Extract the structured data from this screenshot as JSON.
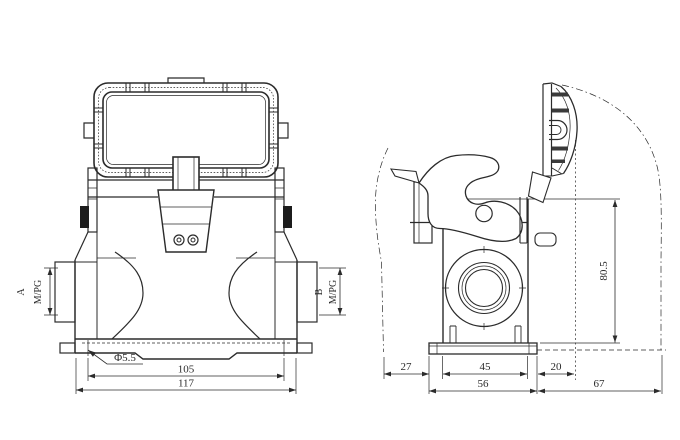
{
  "drawing": {
    "front_view": {
      "entry_a": {
        "label": "A",
        "thread": "M/PG"
      },
      "entry_b": {
        "label": "B",
        "thread": "M/PG"
      },
      "mounting_hole_diameter": "Φ5.5",
      "hole_spacing": "105",
      "overall_width": "117"
    },
    "side_view": {
      "height": "80.5",
      "lever_clearance": "27",
      "body_width": "45",
      "cover_offset": "20",
      "flange_depth": "56",
      "cover_swing": "67"
    }
  }
}
